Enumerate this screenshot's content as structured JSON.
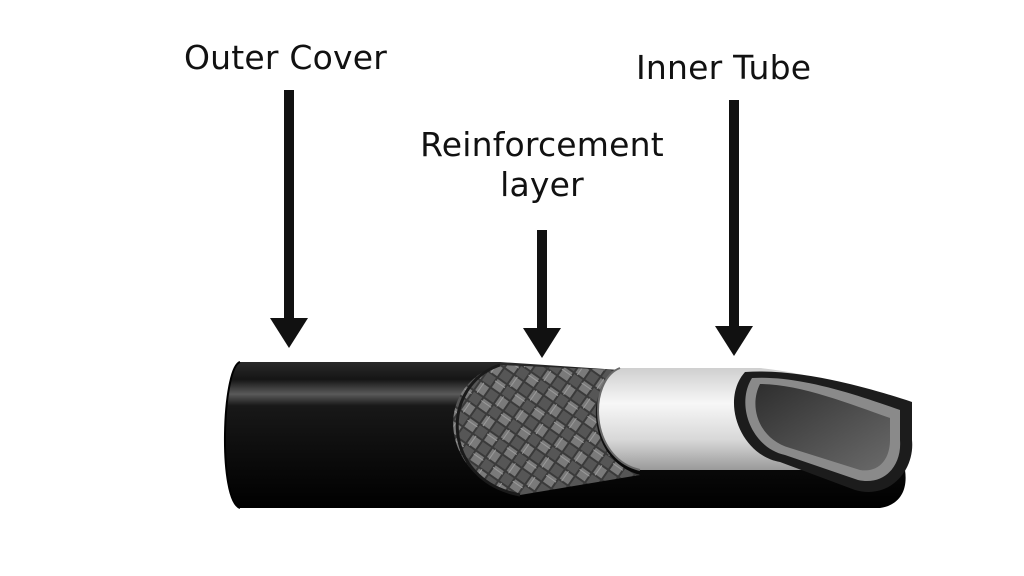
{
  "diagram": {
    "labels": {
      "outer_cover": "Outer Cover",
      "reinforcement_line1": "Reinforcement",
      "reinforcement_line2": "layer",
      "inner_tube": "Inner Tube"
    },
    "colors": {
      "text": "#111111",
      "arrow": "#111111",
      "outer_cover": "#0b0b0b",
      "reinforcement": "#4a4a4a",
      "inner_tube": "#e6e6e6"
    }
  }
}
